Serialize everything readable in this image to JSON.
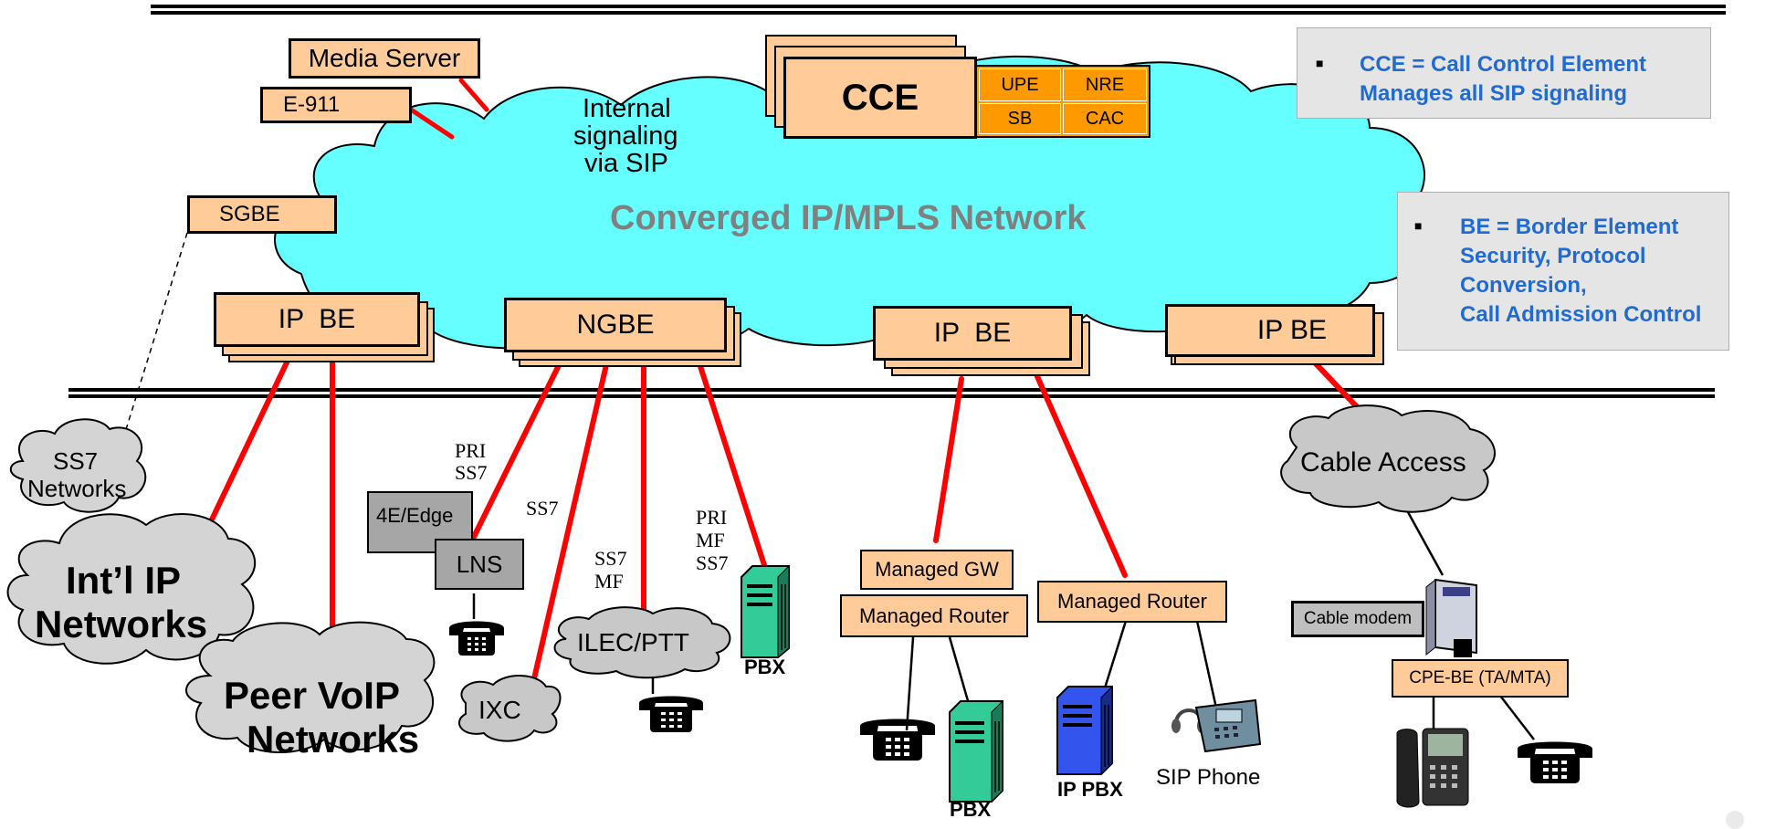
{
  "cloud": {
    "title": "Converged IP/MPLS Network",
    "internal_signaling": [
      "Internal",
      "signaling",
      "via SIP"
    ]
  },
  "cce": {
    "label": "CCE",
    "modules": [
      "UPE",
      "NRE",
      "SB",
      "CAC"
    ]
  },
  "servers": {
    "media_server": "Media Server",
    "e911": "E-911",
    "sgbe": "SGBE"
  },
  "border_elements": {
    "ip_be_1": "IP  BE",
    "ngbe": "NGBE",
    "ip_be_2": "IP  BE",
    "ip_be_3": "IP BE"
  },
  "notes": {
    "cce": [
      "CCE = Call Control Element",
      "Manages all SIP signaling"
    ],
    "be": [
      "BE = Border Element",
      "Security, Protocol",
      "Conversion,",
      "Call Admission Control"
    ]
  },
  "networks": {
    "ss7": [
      "SS7",
      "Networks"
    ],
    "intl_ip": [
      "Int’l IP",
      "Networks"
    ],
    "peer_voip": [
      "Peer VoIP",
      "Networks"
    ],
    "ixc": "IXC",
    "ilec": "ILEC/PTT",
    "cable_access": "Cable Access"
  },
  "pstn": {
    "edge": "4E/Edge",
    "lns": "LNS",
    "signals": {
      "pri_ss7": [
        "PRI",
        "SS7"
      ],
      "ss7": "SS7",
      "ss7_mf": [
        "SS7",
        "MF"
      ],
      "pri_mf_ss7": [
        "PRI",
        "MF",
        "SS7"
      ]
    }
  },
  "devices": {
    "pbx_1": "PBX",
    "managed_gw": "Managed GW",
    "managed_router_1": "Managed Router",
    "managed_router_2": "Managed Router",
    "pbx_2": "PBX",
    "ip_pbx": "IP PBX",
    "sip_phone": "SIP Phone",
    "cable_modem": "Cable modem",
    "cpe_be": "CPE-BE (TA/MTA)"
  },
  "colors": {
    "cloud": "#66ffff",
    "box": "#ffcc99",
    "cce_module": "#ff9900",
    "link": "#ff0000",
    "note_text": "#1f6bd1",
    "title_gray": "#808080"
  }
}
